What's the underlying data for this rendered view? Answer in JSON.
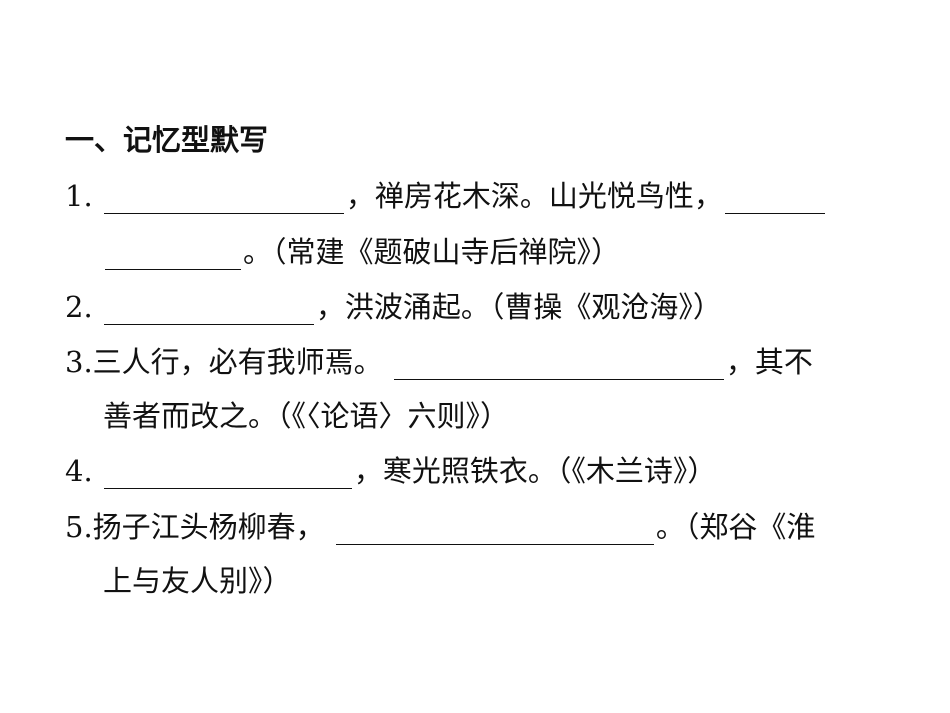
{
  "section_title": "一、记忆型默写",
  "items": [
    {
      "num": "1.",
      "a": "，禅房花木深。山光悦鸟性，",
      "b": "。（常建《题破山寺后禅院》）"
    },
    {
      "num": "2.",
      "a": "，洪波涌起。（曹操《观沧海》）"
    },
    {
      "num": "3.",
      "pre": "三人行，必有我师焉。",
      "a": "，其不",
      "b": "善者而改之。（《〈论语〉六则》）"
    },
    {
      "num": "4.",
      "a": "，寒光照铁衣。（《木兰诗》）"
    },
    {
      "num": "5.",
      "pre": "扬子江头杨柳春，",
      "a": "。（郑谷《淮",
      "b": "上与友人别》）"
    }
  ]
}
